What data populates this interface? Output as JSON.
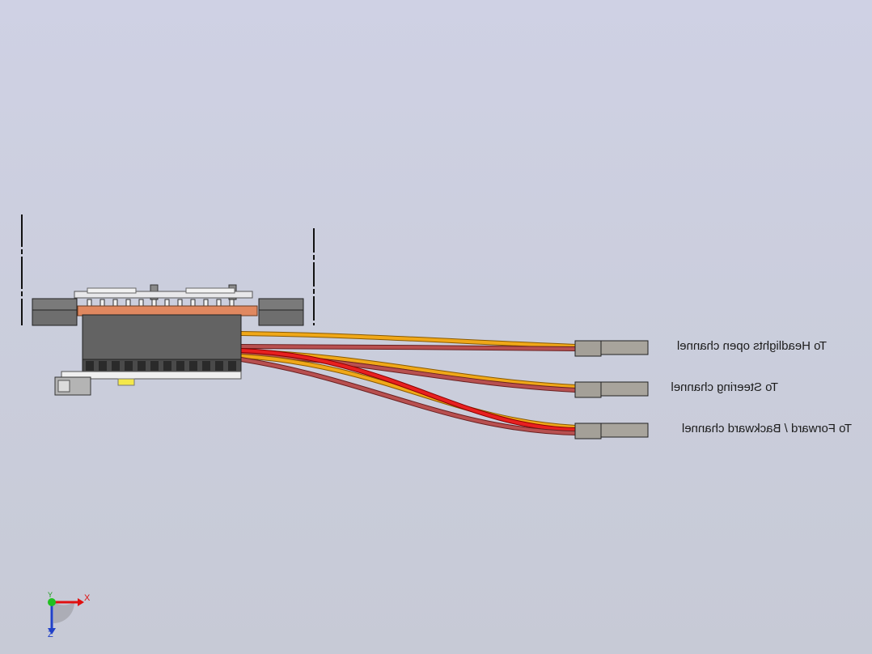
{
  "labels": {
    "headlights": "To Headlights open channel",
    "steering": "To Steering channel",
    "forward": "To Forward / Backward channel"
  },
  "triad": {
    "x_axis": "X",
    "y_axis": "Y",
    "z_axis": "Z"
  },
  "colors": {
    "background_top": "#cfd1e4",
    "wire_orange": "#f0a818",
    "wire_red": "#e01818",
    "wire_brown": "#b04848",
    "connector_gray": "#a4a098",
    "board_dark": "#606060",
    "pcb_copper": "#e08860"
  }
}
